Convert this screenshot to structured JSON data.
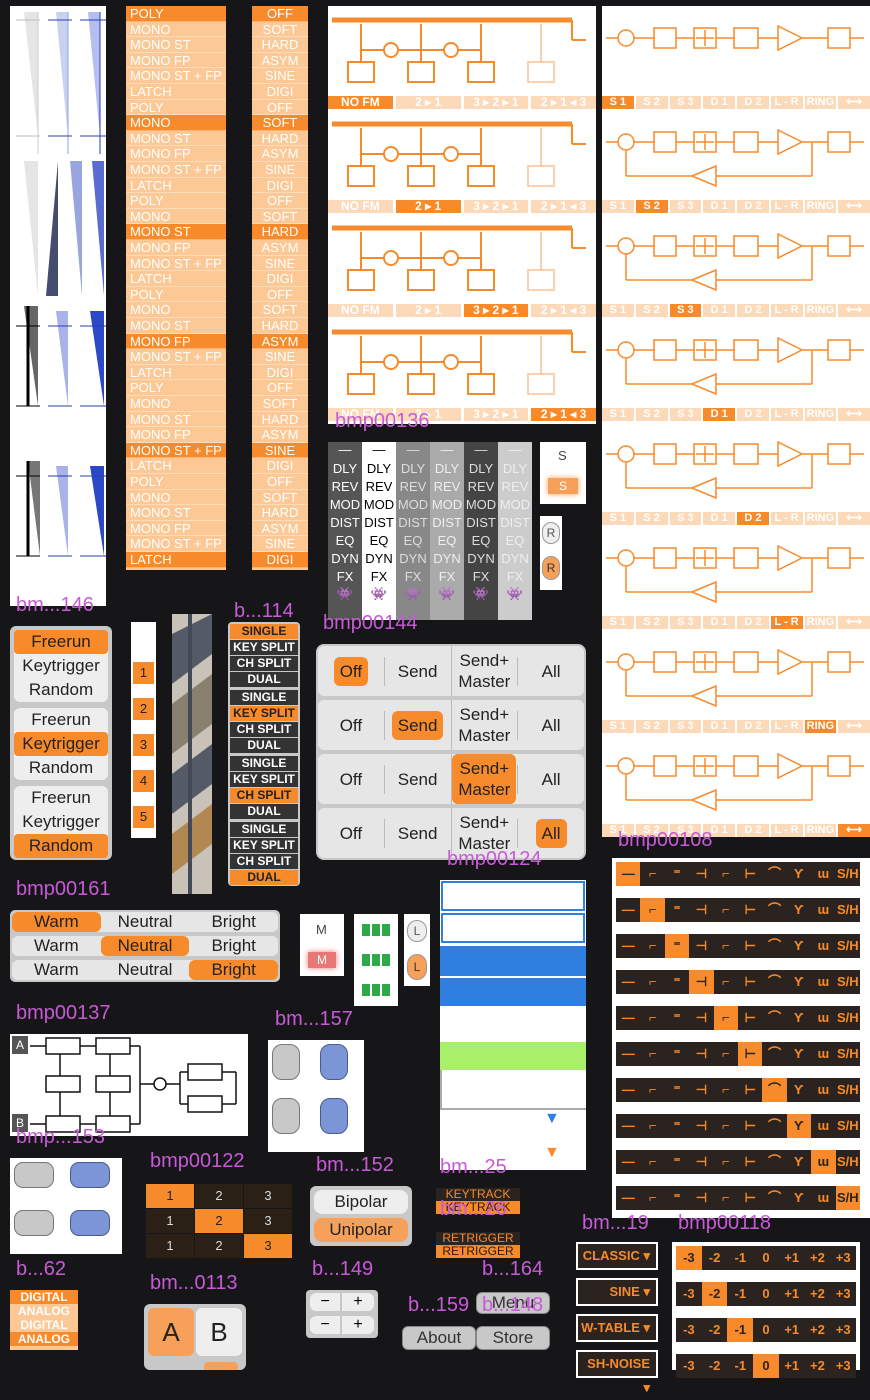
{
  "labels": {
    "l1": "bm...146",
    "l2": "b...114",
    "l3": "bmp00144",
    "l4": "bmp00136",
    "l5": "bmp00124",
    "l6": "bmp00108",
    "l7": "bmp00161",
    "l8": "bmp00137",
    "l9": "bm...157",
    "l10": "bmp...153",
    "l11": "bmp00122",
    "l12": "bm...152",
    "l13": "bm...25",
    "l14": "bm...26",
    "l15": "bm...19",
    "l16": "bmp00118",
    "l17": "b...62",
    "l18": "bm...0113",
    "l19": "b...149",
    "l20": "b...164",
    "l21": "b...159",
    "l22": "b...148"
  },
  "play_modes": [
    "POLY",
    "MONO",
    "MONO ST",
    "MONO FP",
    "MONO ST + FP",
    "LATCH"
  ],
  "shapes": [
    "OFF",
    "SOFT",
    "HARD",
    "ASYM",
    "SINE",
    "DIGI"
  ],
  "fm_tabs": [
    "NO FM",
    "2 ▸ 1",
    "3 ▸ 2 ▸ 1",
    "2 ▸ 1 ◂ 3"
  ],
  "filter_tabs": [
    "S 1",
    "S 2",
    "S 3",
    "D 1",
    "D 2",
    "L - R",
    "RING",
    "⟷"
  ],
  "fx_items": [
    "DLY",
    "REV",
    "MOD",
    "DIST",
    "EQ",
    "DYN",
    "FX"
  ],
  "fx_top": "—",
  "s_btn": "S",
  "r_btn": "R",
  "m_btn": "M",
  "l_btn": "L",
  "trig": [
    "Freerun",
    "Keytrigger",
    "Random"
  ],
  "nums": [
    "1",
    "2",
    "3",
    "4",
    "5"
  ],
  "kb_modes": [
    "SINGLE",
    "KEY SPLIT",
    "CH SPLIT",
    "DUAL"
  ],
  "send": {
    "off": "Off",
    "send": "Send",
    "sm1": "Send+",
    "sm2": "Master",
    "all": "All"
  },
  "char": [
    "Warm",
    "Neutral",
    "Bright"
  ],
  "route": {
    "a": "A",
    "b": "B"
  },
  "grid3": [
    "1",
    "2",
    "3"
  ],
  "bipolar": "Bipolar",
  "unipolar": "Unipolar",
  "keytrack": "KEYTRACK",
  "retrigger": "RETRIGGER",
  "lfo_types": [
    "CLASSIC",
    "SINE",
    "W-TABLE",
    "SH-NOISE"
  ],
  "octaves": [
    "-3",
    "-2",
    "-1",
    "0",
    "+1",
    "+2",
    "+3"
  ],
  "digital": "DIGITAL",
  "analog": "ANALOG",
  "ab": {
    "a": "A",
    "b": "B"
  },
  "pm": {
    "minus": "−",
    "plus": "+"
  },
  "menu": "Menu",
  "about": "About",
  "store": "Store",
  "lfo_glyphs": [
    "—",
    "⌐",
    "⁼",
    "⊣",
    "⌐",
    "⊢",
    "⌒",
    "Ƴ",
    "ɯ",
    "S/H"
  ]
}
